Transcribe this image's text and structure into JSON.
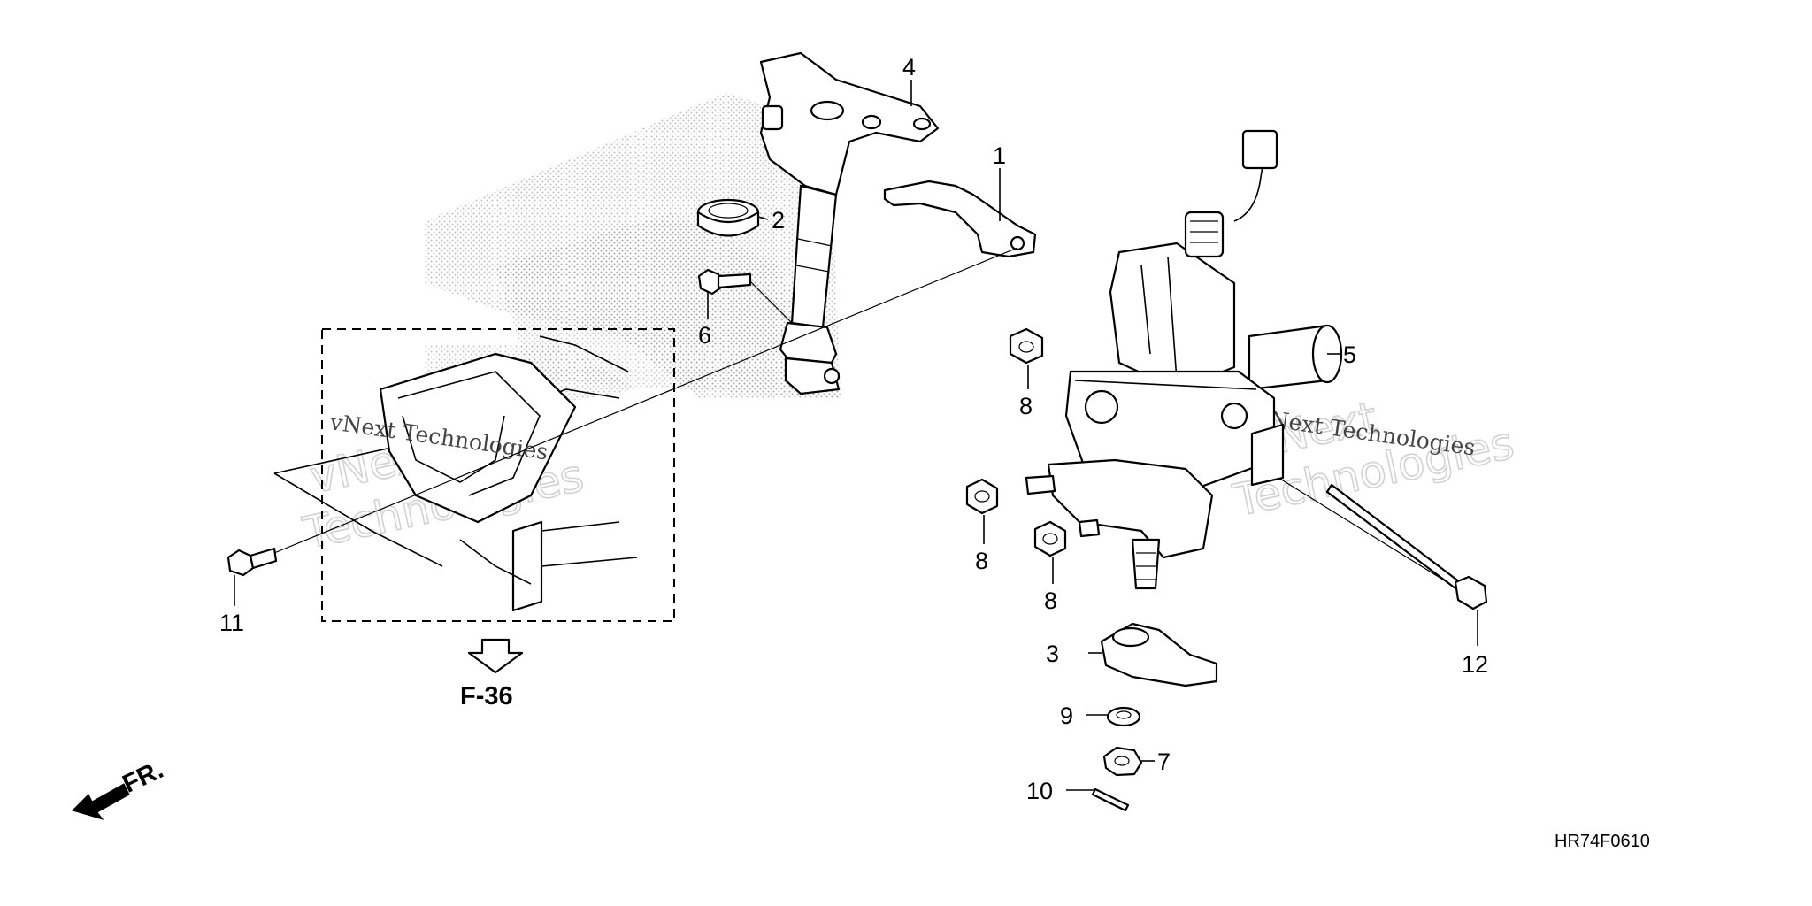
{
  "callouts": {
    "c1": "1",
    "c2": "2",
    "c3": "3",
    "c4": "4",
    "c5": "5",
    "c6": "6",
    "c7": "7",
    "c8a": "8",
    "c8b": "8",
    "c8c": "8",
    "c9": "9",
    "c10": "10",
    "c11": "11",
    "c12": "12"
  },
  "reference": {
    "label": "F-36"
  },
  "front_marker": {
    "label": "FR."
  },
  "diagram_code": "HR74F0610",
  "watermarks": {
    "text_small": "vNext Technologies",
    "text_big_1": "vNext",
    "text_big_2": "Technologies"
  },
  "colors": {
    "line": "#000000",
    "watermark": "#d2d2d2",
    "stipple": "#8a8a8a"
  }
}
